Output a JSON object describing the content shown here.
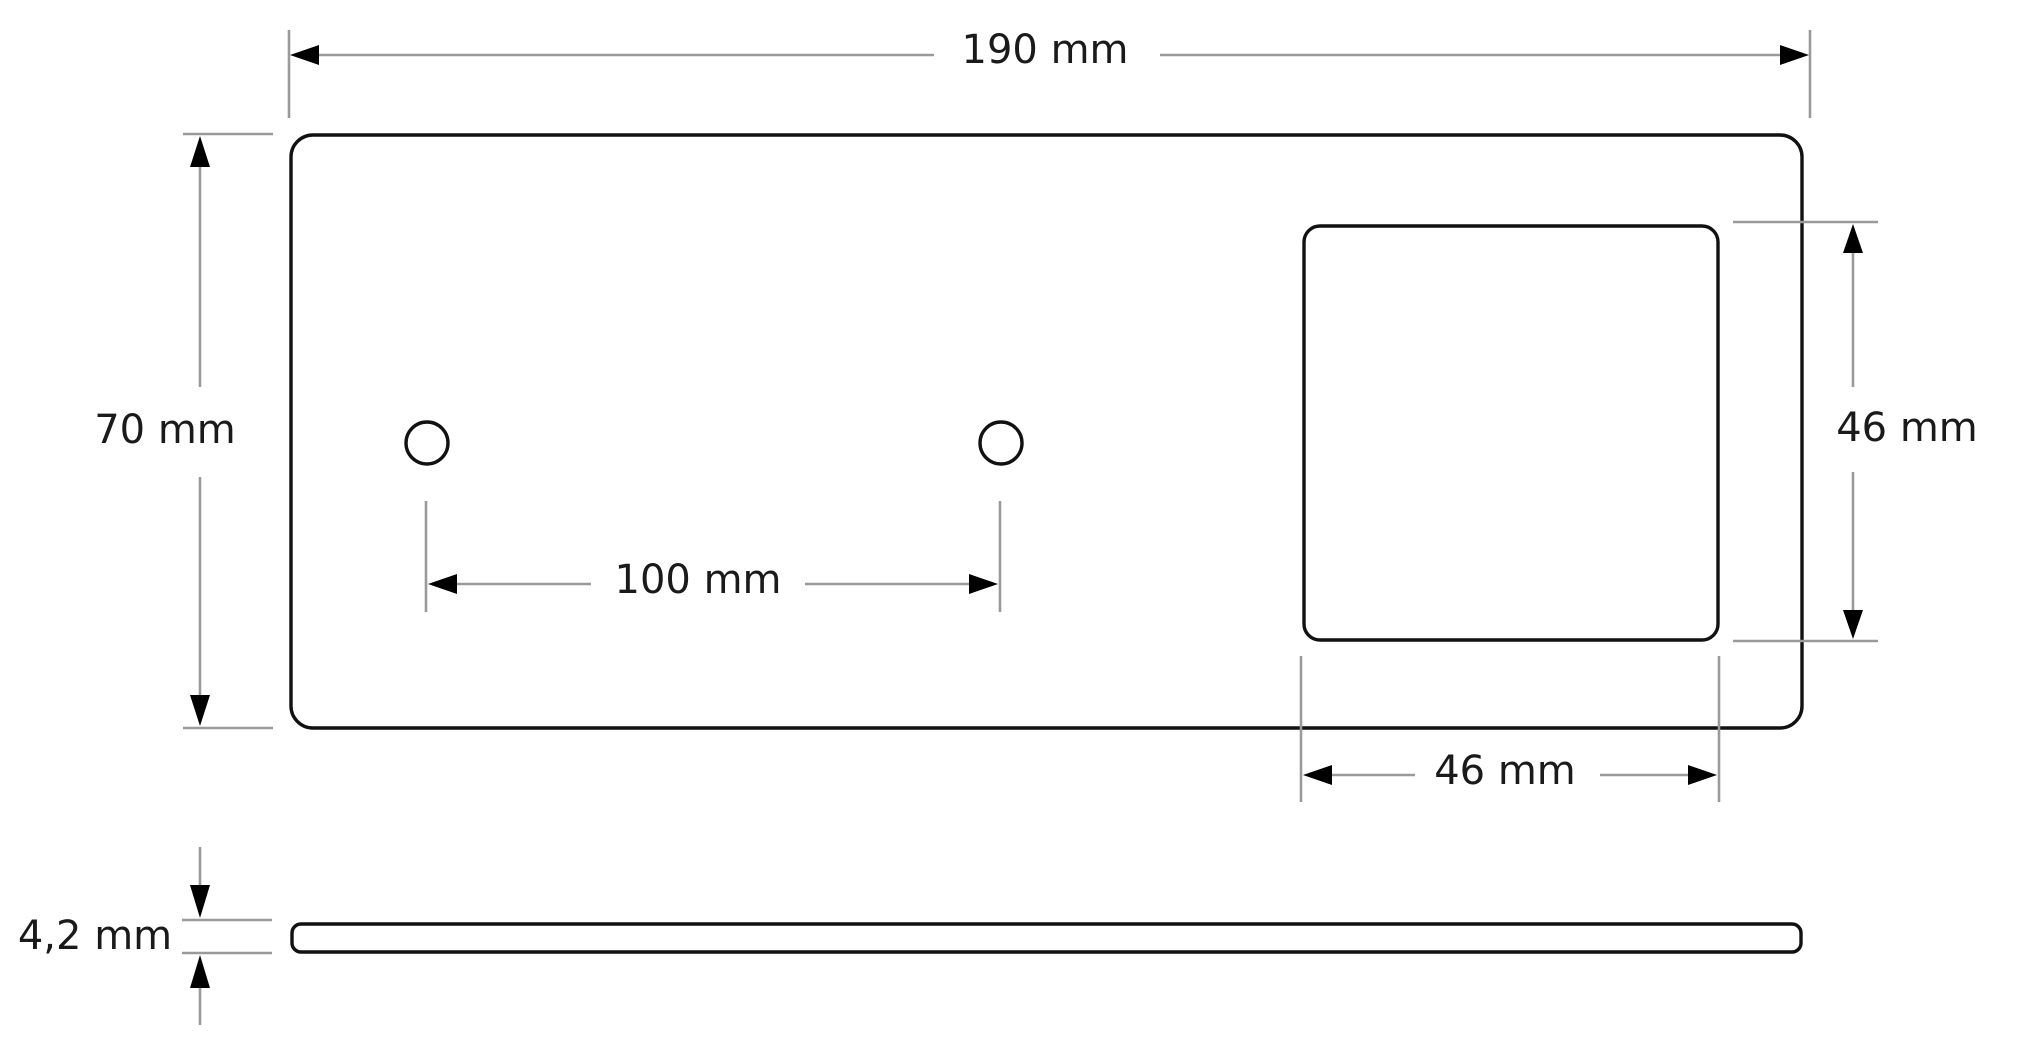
{
  "drawing": {
    "title": "",
    "colors": {
      "outline": "#111111",
      "dimension_line": "#9a9a9a",
      "arrow": "#000000",
      "text": "#1a1a1a",
      "background": "#ffffff"
    },
    "plate_top_view": {
      "width_label": "190 mm",
      "height_label": "70 mm",
      "holes": [
        {
          "name": "left-mounting-hole"
        },
        {
          "name": "right-mounting-hole"
        }
      ],
      "hole_spacing_label": "100 mm",
      "square_cutout": {
        "width_label": "46 mm",
        "height_label": "46 mm"
      }
    },
    "plate_side_view": {
      "thickness_label": "4,2 mm"
    }
  }
}
